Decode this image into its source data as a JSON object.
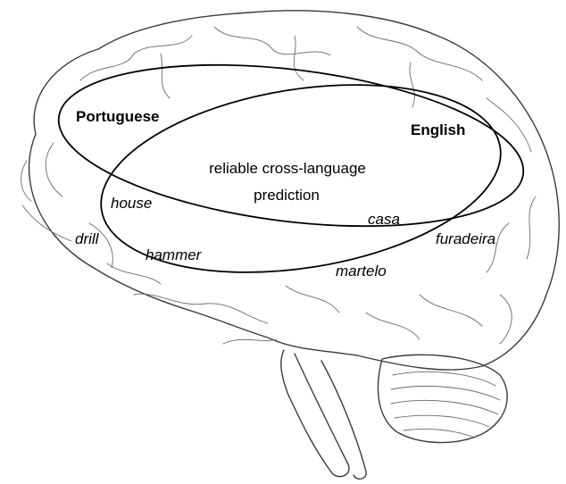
{
  "diagram": {
    "sets": {
      "left_label": "Portuguese",
      "right_label": "English",
      "overlap_line1": "reliable cross-language",
      "overlap_line2": "prediction"
    },
    "words": {
      "house": "house",
      "casa": "casa",
      "drill": "drill",
      "furadeira": "furadeira",
      "hammer": "hammer",
      "martelo": "martelo"
    }
  }
}
